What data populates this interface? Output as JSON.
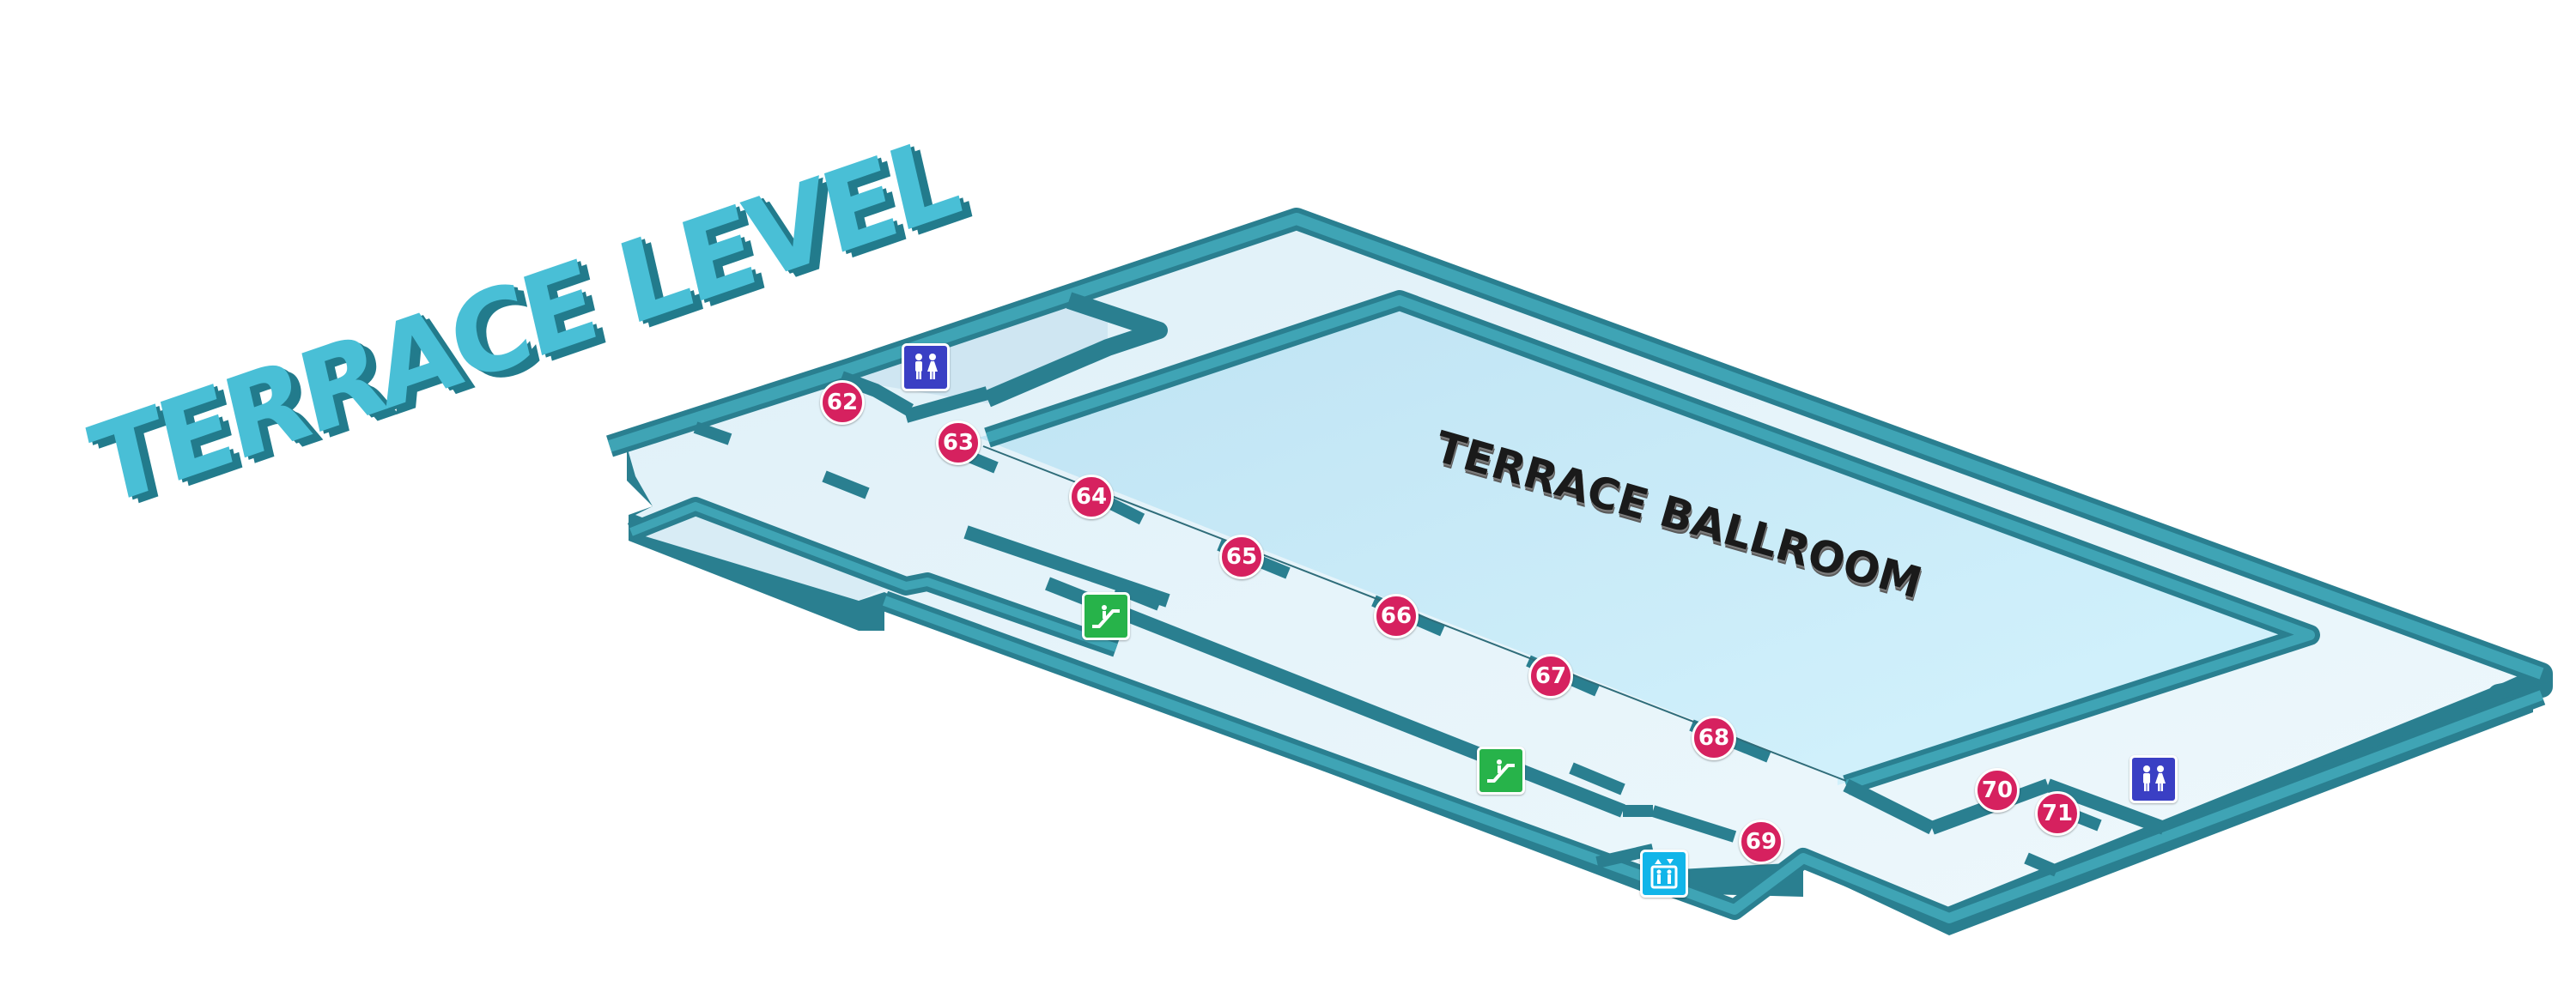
{
  "title": "TERRACE LEVEL",
  "rooms": {
    "ballroom": "TERRACE BALLROOM"
  },
  "booths": [
    {
      "id": "62",
      "label": "62"
    },
    {
      "id": "63",
      "label": "63"
    },
    {
      "id": "64",
      "label": "64"
    },
    {
      "id": "65",
      "label": "65"
    },
    {
      "id": "66",
      "label": "66"
    },
    {
      "id": "67",
      "label": "67"
    },
    {
      "id": "68",
      "label": "68"
    },
    {
      "id": "69",
      "label": "69"
    },
    {
      "id": "70",
      "label": "70"
    },
    {
      "id": "71",
      "label": "71"
    }
  ],
  "symbols": [
    {
      "type": "restroom",
      "icon": "restroom-icon"
    },
    {
      "type": "restroom",
      "icon": "restroom-icon"
    },
    {
      "type": "escalator",
      "icon": "escalator-icon"
    },
    {
      "type": "escalator",
      "icon": "escalator-icon"
    },
    {
      "type": "elevator",
      "icon": "elevator-icon"
    }
  ],
  "colors": {
    "wall_top": "#3fa4b5",
    "wall_side": "#2a7f90",
    "floor": "#e4f3fa",
    "ballroom_floor": "#cdeefb",
    "pin": "#d6215f",
    "title_front": "#49bfd6",
    "title_side": "#227b8c"
  }
}
